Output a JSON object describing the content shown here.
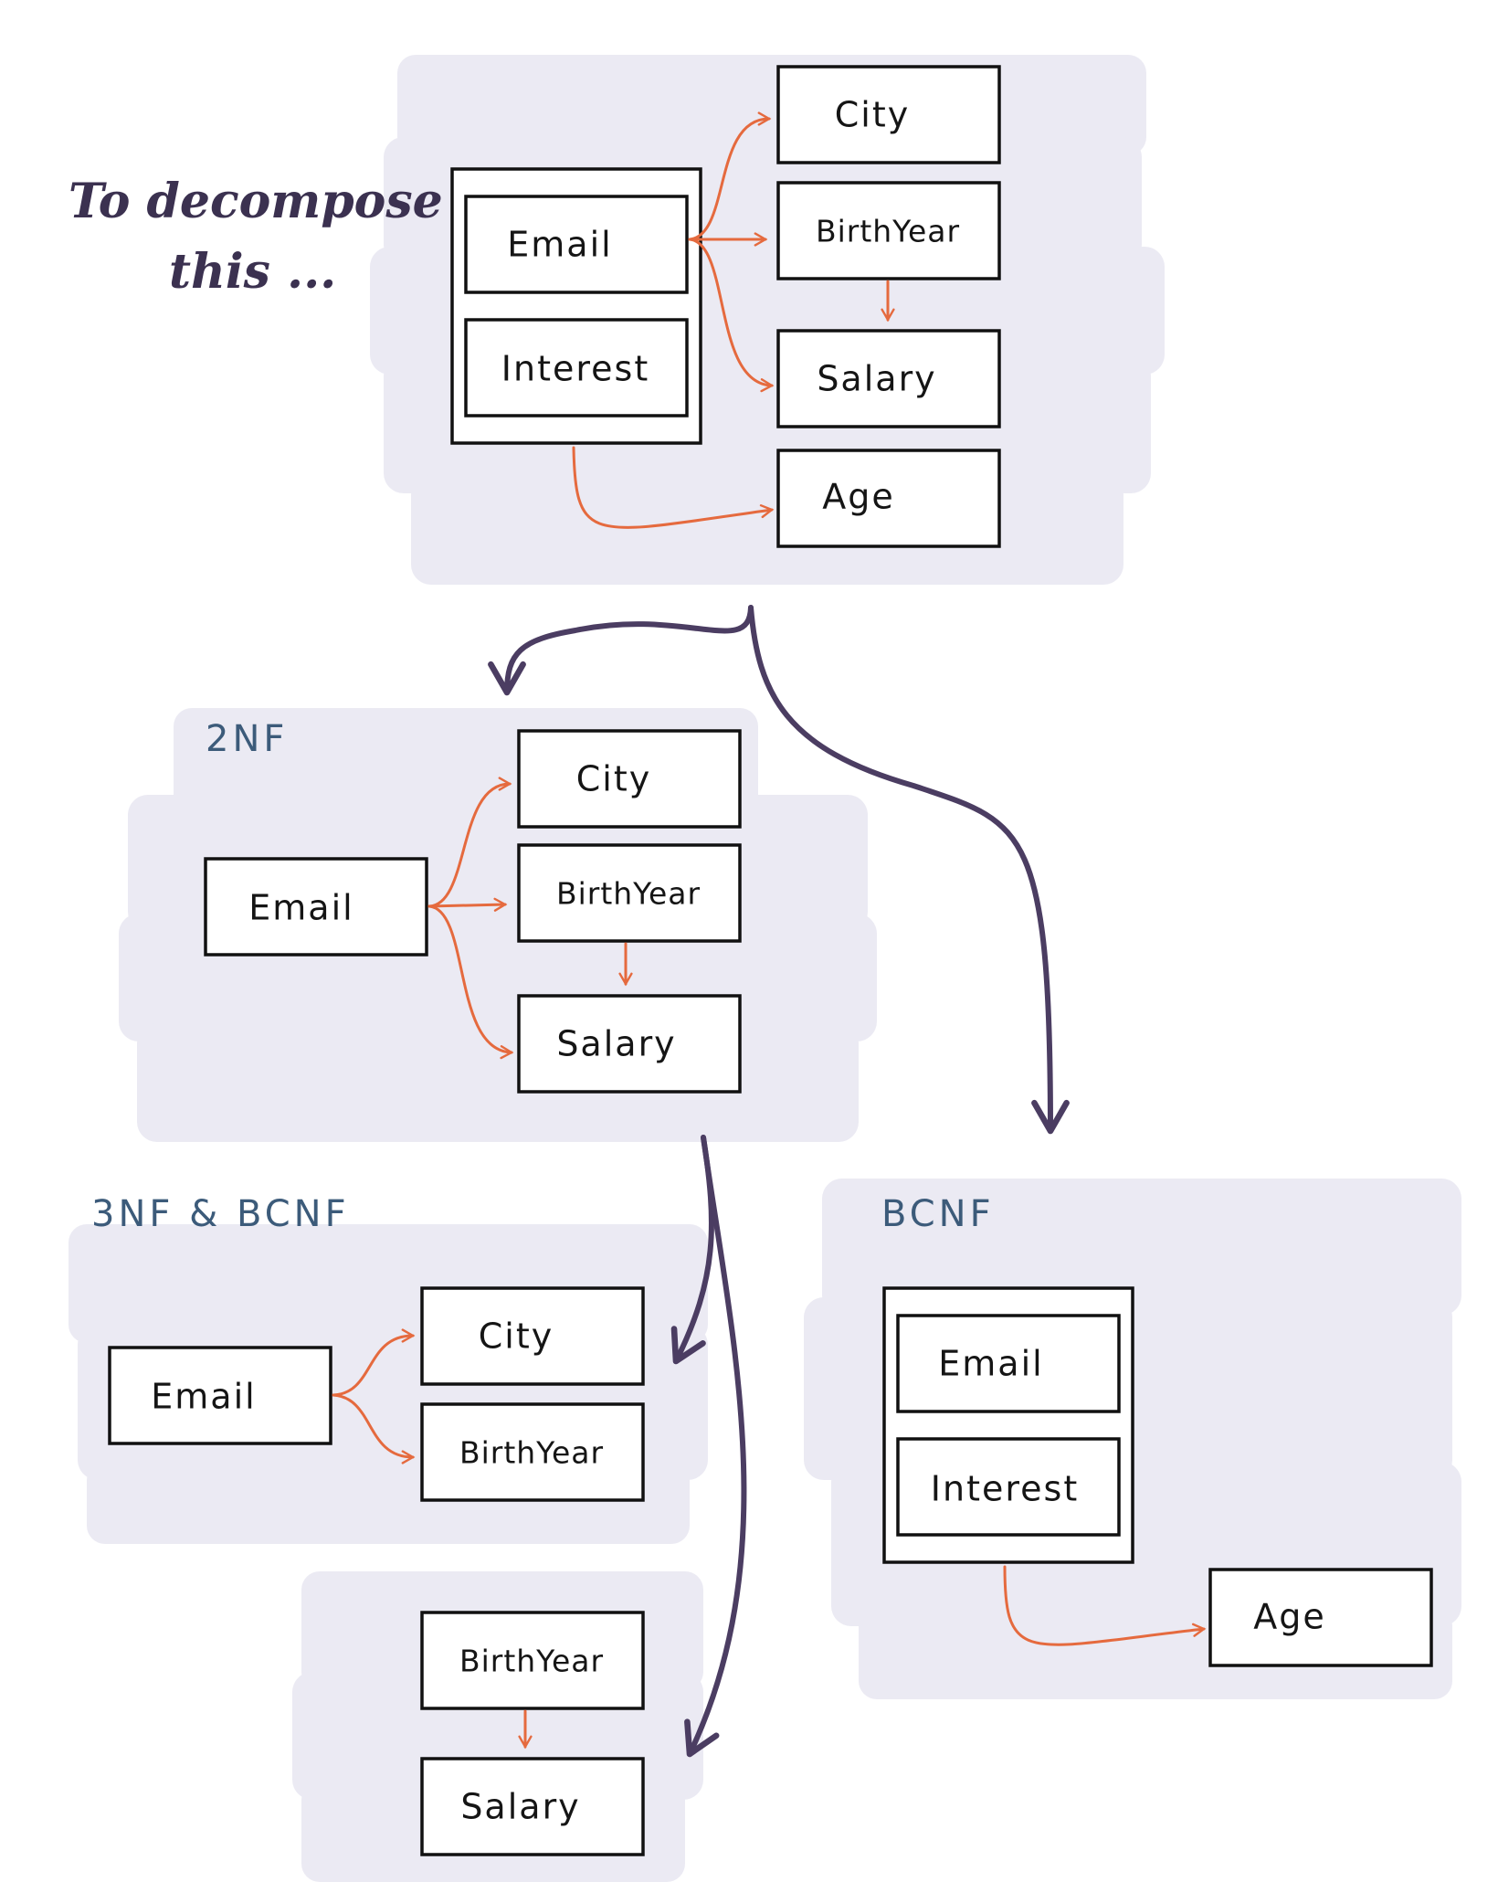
{
  "intro_text": [
    "To decompose",
    "this ..."
  ],
  "original": {
    "key": [
      "Email",
      "Interest"
    ],
    "attributes": [
      "City",
      "BirthYear",
      "Salary",
      "Age"
    ]
  },
  "nf2": {
    "heading": "2NF",
    "key": "Email",
    "attributes": [
      "City",
      "BirthYear",
      "Salary"
    ]
  },
  "nf3": {
    "heading": "3NF & BCNF",
    "table1": {
      "key": "Email",
      "attributes": [
        "City",
        "BirthYear"
      ]
    },
    "table2": {
      "key": "BirthYear",
      "attributes": [
        "Salary"
      ]
    }
  },
  "bcnf": {
    "heading": "BCNF",
    "key": [
      "Email",
      "Interest"
    ],
    "attributes": [
      "Age"
    ]
  },
  "colors": {
    "dependency_arrow": "#e56a3e",
    "decomposition_arrow": "#4b3d62",
    "heading": "#3c5b7a",
    "background_wash": "#ebeaf3"
  }
}
